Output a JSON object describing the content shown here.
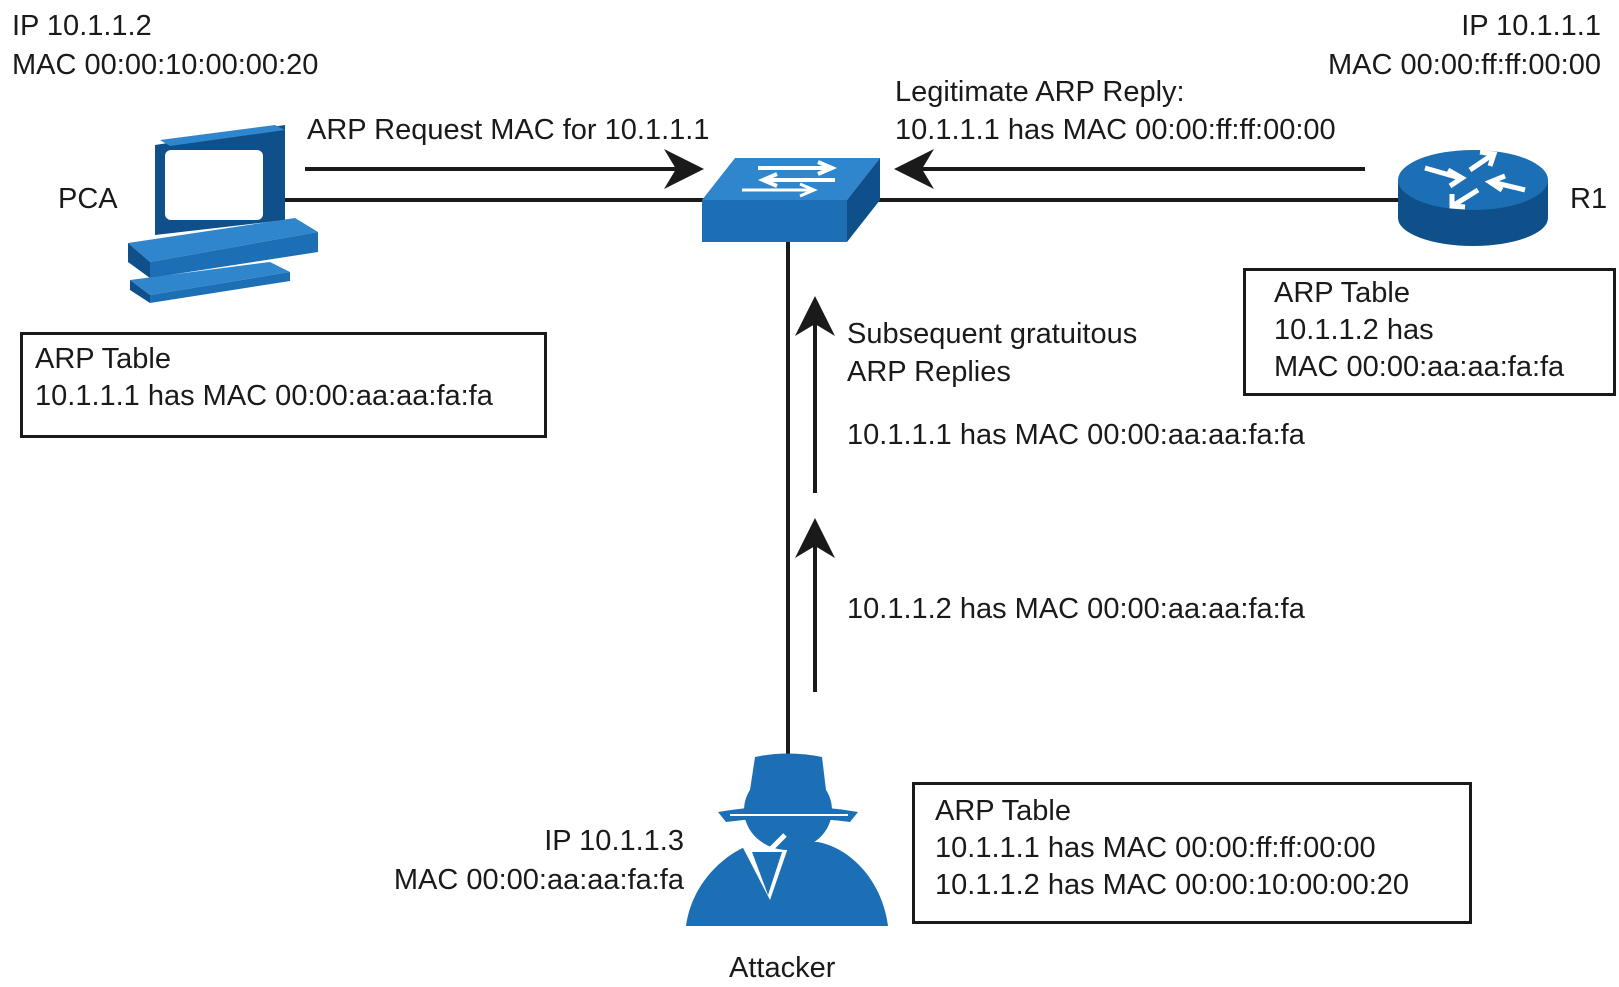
{
  "pca": {
    "ip": "IP 10.1.1.2",
    "mac": "MAC 00:00:10:00:00:20",
    "label": "PCA",
    "arp_table": {
      "title": "ARP Table",
      "entries": [
        "10.1.1.1 has MAC 00:00:aa:aa:fa:fa"
      ]
    }
  },
  "r1": {
    "ip": "IP 10.1.1.1",
    "mac": "MAC 00:00:ff:ff:00:00",
    "label": "R1",
    "arp_table": {
      "title": "ARP Table",
      "entries": [
        "10.1.1.2 has",
        "MAC 00:00:aa:aa:fa:fa"
      ]
    }
  },
  "attacker": {
    "ip": "IP 10.1.1.3",
    "mac": "MAC 00:00:aa:aa:fa:fa",
    "label": "Attacker",
    "arp_table": {
      "title": "ARP Table",
      "entries": [
        "10.1.1.1 has MAC 00:00:ff:ff:00:00",
        "10.1.1.2 has MAC 00:00:10:00:00:20"
      ]
    }
  },
  "messages": {
    "arp_request": "ARP Request MAC for 10.1.1.1",
    "legit_reply_line1": "Legitimate ARP Reply:",
    "legit_reply_line2": "10.1.1.1 has MAC 00:00:ff:ff:00:00",
    "gratuitous_line1": "Subsequent gratuitous",
    "gratuitous_line2": "ARP Replies",
    "gratuitous_reply_1": "10.1.1.1 has MAC 00:00:aa:aa:fa:fa",
    "gratuitous_reply_2": "10.1.1.2 has MAC 00:00:aa:aa:fa:fa"
  },
  "colors": {
    "device": "#1c6fb4",
    "device_dark": "#0f4f8a",
    "line": "#1a1a1a"
  }
}
